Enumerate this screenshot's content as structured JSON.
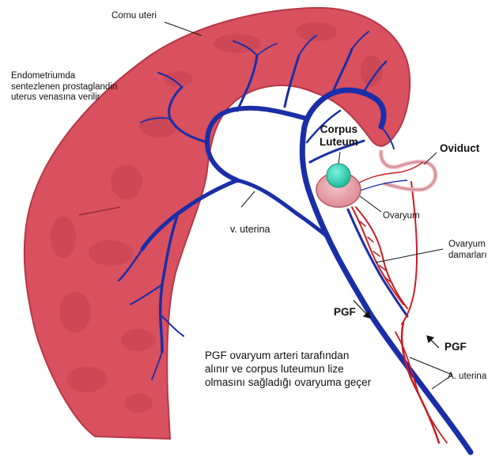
{
  "labels": {
    "cornu_uteri": "Cornu uteri",
    "endometrium_note": [
      "Endometriumda",
      "sentezlenen prostaglandin",
      "uterus venasına verilir"
    ],
    "v_uterina": "v. uterina",
    "corpus_luteum": [
      "Corpus",
      "Luteum"
    ],
    "oviduct": "Oviduct",
    "ovaryum": "Ovaryum",
    "ovaryum_damarlari": [
      "Ovaryum",
      "damarları"
    ],
    "pgf_left": "PGF",
    "pgf_right": "PGF",
    "a_uterina": "A. uterina",
    "pgf_note": [
      "PGF ovaryum arteri tarafından",
      "alınır ve corpus luteumun  lize",
      "olmasını sağladığı ovaryuma geçer"
    ]
  },
  "colors": {
    "uterus": "#d9505e",
    "uterus_dark": "#b43848",
    "vein": "#1a2ea8",
    "artery": "#c81e22",
    "corpus_luteum": "#2fd9b8",
    "ovary": "#e89aa0",
    "oviduct": "#eab0b8"
  }
}
